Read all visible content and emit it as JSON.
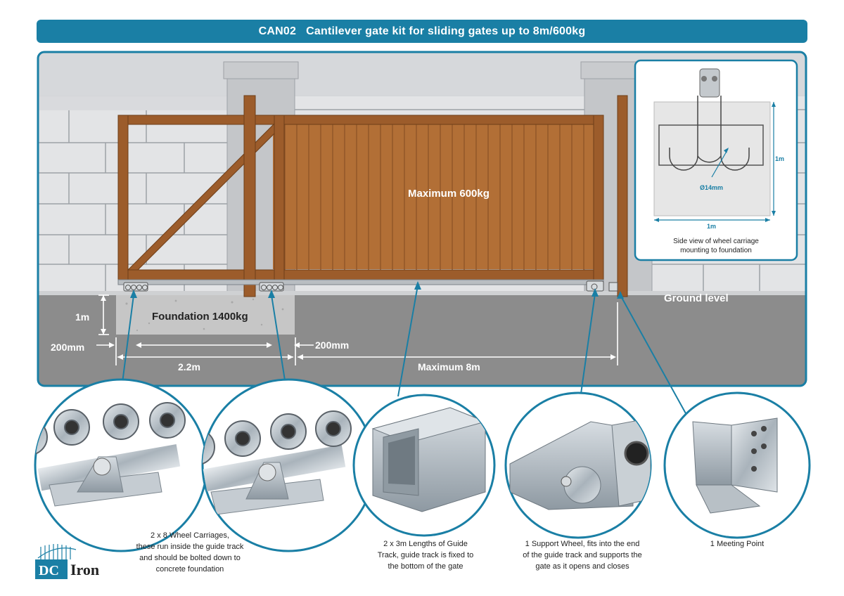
{
  "header": {
    "code": "CAN02",
    "title": "Cantilever gate kit for sliding gates up to 8m/600kg"
  },
  "gate": {
    "weight_label": "Maximum 600kg"
  },
  "foundation": {
    "label": "Foundation 1400kg"
  },
  "dimensions": {
    "depth": "1m",
    "left_offset": "200mm",
    "gap": "200mm",
    "foundation_length": "2.2m",
    "opening": "Maximum 8m"
  },
  "ground_label": "Ground level",
  "inset": {
    "height": "1m",
    "width": "1m",
    "rod": "Ø14mm",
    "caption_line1": "Side view of wheel carriage",
    "caption_line2": "mounting to foundation"
  },
  "components": [
    {
      "lines": [
        "2 x 8 Wheel Carriages,",
        "these run inside the guide track",
        "and should be bolted down to",
        "concrete foundation"
      ]
    },
    {
      "lines": [
        "2 x 3m Lengths of Guide",
        "Track, guide track is fixed to",
        "the bottom of the gate"
      ]
    },
    {
      "lines": [
        "1 Support Wheel, fits into the end",
        "of the guide track and supports the",
        "gate as it opens and closes"
      ]
    },
    {
      "lines": [
        "1 Meeting Point"
      ]
    }
  ],
  "logo": {
    "dc": "DC",
    "iron": "Iron"
  },
  "colors": {
    "brand": "#1a7fa5",
    "wood": "#b06d36",
    "wall": "#e6e6e6",
    "ground": "#8c8c8c"
  }
}
